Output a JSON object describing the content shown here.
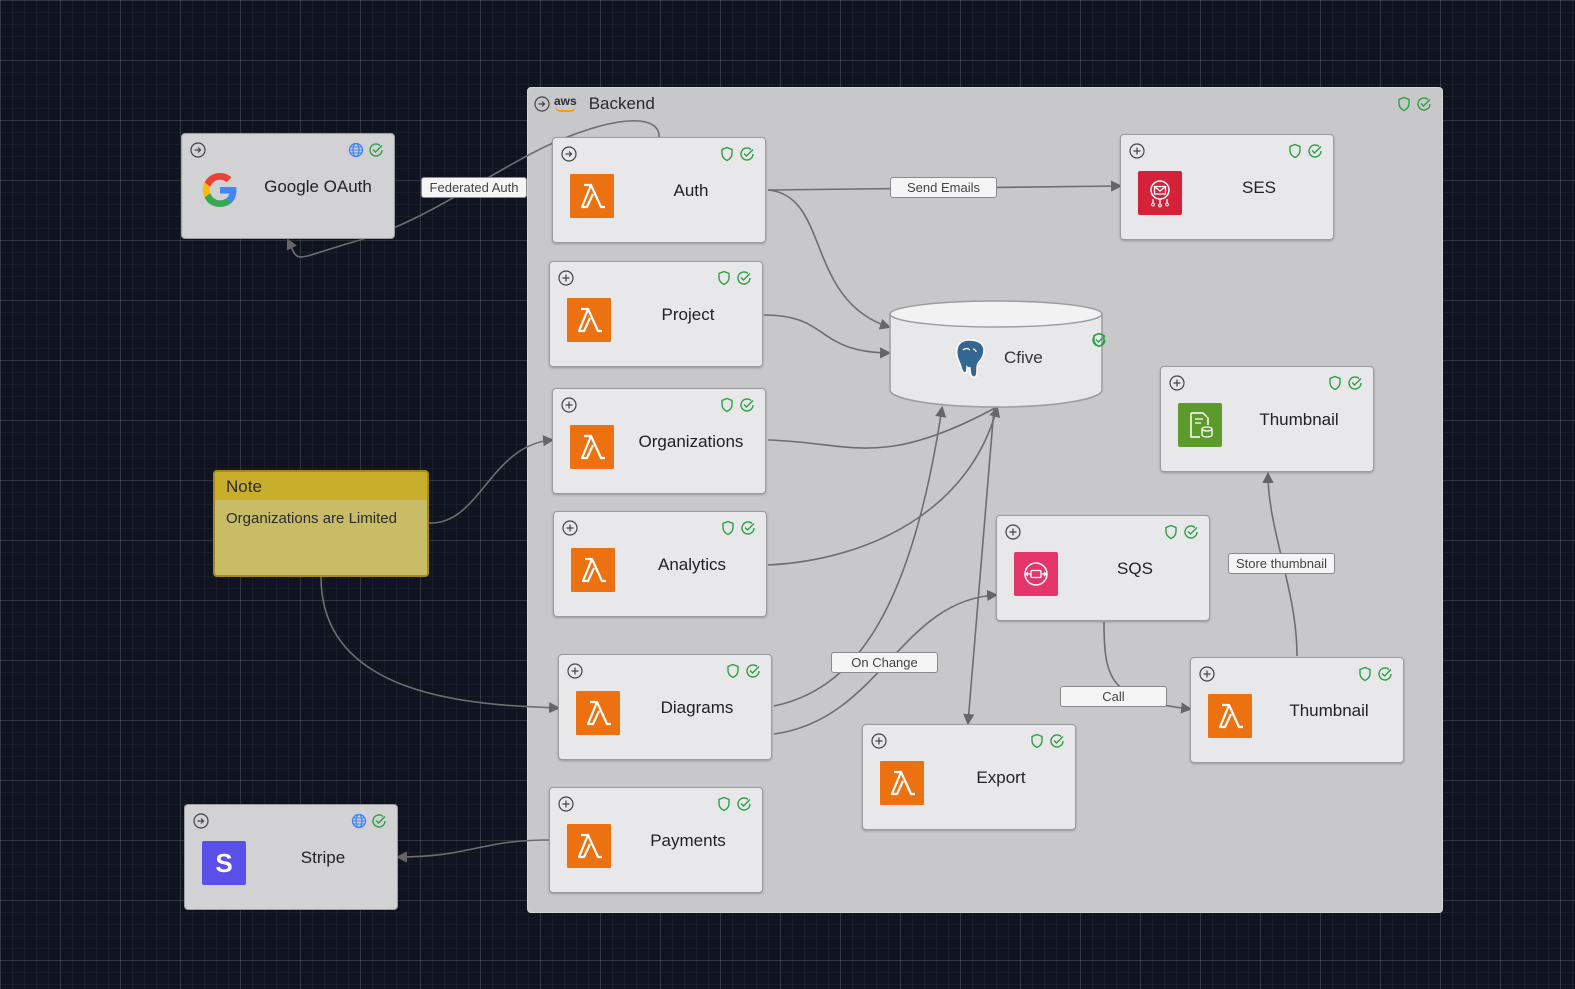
{
  "group": {
    "title": "Backend",
    "logo": "aws"
  },
  "nodes": {
    "google": {
      "label": "Google OAuth"
    },
    "auth": {
      "label": "Auth"
    },
    "project": {
      "label": "Project"
    },
    "organizations": {
      "label": "Organizations"
    },
    "analytics": {
      "label": "Analytics"
    },
    "diagrams": {
      "label": "Diagrams"
    },
    "payments": {
      "label": "Payments"
    },
    "ses": {
      "label": "SES"
    },
    "db": {
      "label": "Cfive"
    },
    "s3thumb": {
      "label": "Thumbnail"
    },
    "sqs": {
      "label": "SQS"
    },
    "export": {
      "label": "Export"
    },
    "lambdathumb": {
      "label": "Thumbnail"
    },
    "stripe": {
      "label": "Stripe",
      "icon_letter": "S"
    }
  },
  "note": {
    "title": "Note",
    "text": "Organizations are Limited"
  },
  "edge_labels": {
    "federated": "Federated Auth",
    "send_emails": "Send Emails",
    "on_change": "On Change",
    "store_thumbnail": "Store thumbnail",
    "call": "Call"
  },
  "colors": {
    "lambda": "#ec7211",
    "ses": "#d6213b",
    "sqs": "#e5366b",
    "s3": "#5b9a2b",
    "stripe": "#5a4fe8",
    "shield": "#2ea043",
    "globe": "#3b82f6"
  }
}
